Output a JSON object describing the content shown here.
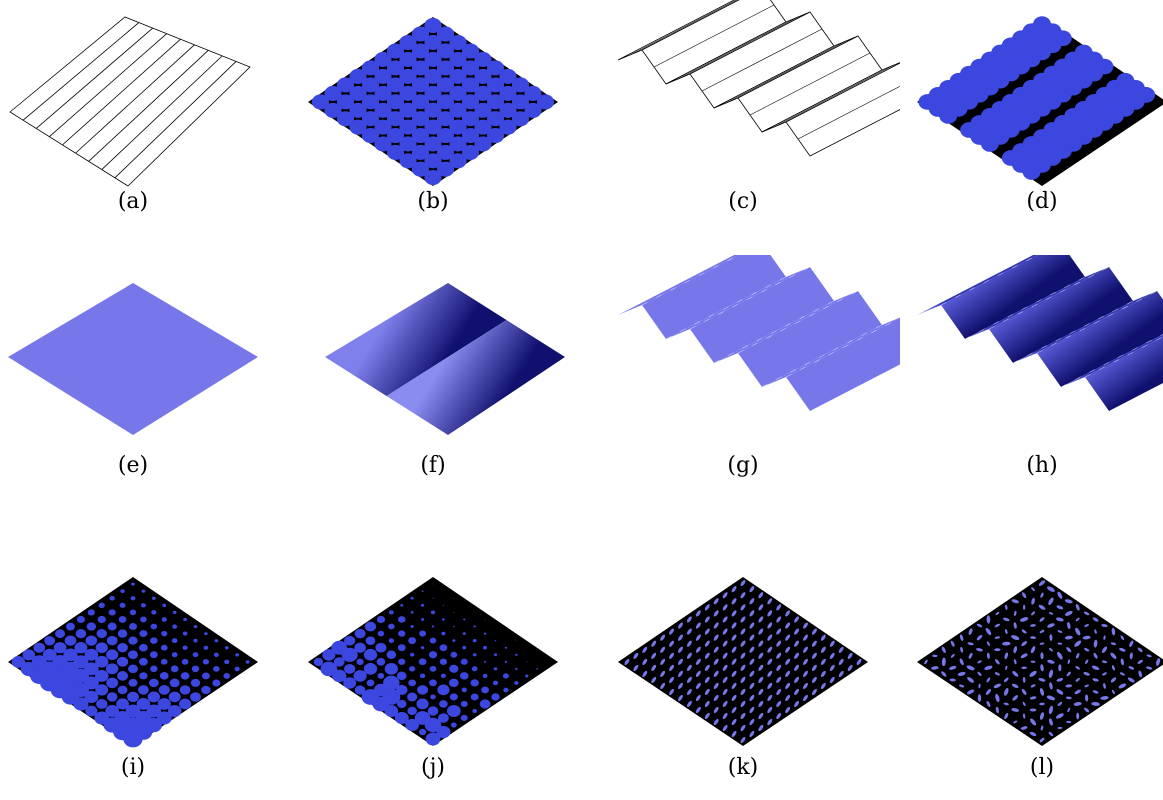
{
  "colors": {
    "flat_blue": "#7777ea",
    "dot_blue": "#3c47e0",
    "dark_navy": "#10116e",
    "background_black": "#000000",
    "wire_stroke": "#000000"
  },
  "panels": [
    {
      "id": "a",
      "label": "(a)",
      "kind": "flat-crease-pattern",
      "row": 1,
      "col": 1
    },
    {
      "id": "b",
      "label": "(b)",
      "kind": "dot-grid-uniform",
      "row": 1,
      "col": 2
    },
    {
      "id": "c",
      "label": "(c)",
      "kind": "folded-wireframe",
      "row": 1,
      "col": 3
    },
    {
      "id": "d",
      "label": "(d)",
      "kind": "dot-grid-striped",
      "row": 1,
      "col": 4
    },
    {
      "id": "e",
      "label": "(e)",
      "kind": "flat-shaded-sheet",
      "row": 2,
      "col": 1
    },
    {
      "id": "f",
      "label": "(f)",
      "kind": "gradient-shaded-sheet",
      "row": 2,
      "col": 2
    },
    {
      "id": "g",
      "label": "(g)",
      "kind": "folded-flat-shaded",
      "row": 2,
      "col": 3
    },
    {
      "id": "h",
      "label": "(h)",
      "kind": "folded-gradient-shaded",
      "row": 2,
      "col": 4
    },
    {
      "id": "i",
      "label": "(i)",
      "kind": "dot-grid-varying-size",
      "row": 3,
      "col": 1
    },
    {
      "id": "j",
      "label": "(j)",
      "kind": "dot-grid-varying-irregular",
      "row": 3,
      "col": 2
    },
    {
      "id": "k",
      "label": "(k)",
      "kind": "tiny-marks-grid",
      "row": 3,
      "col": 3
    },
    {
      "id": "l",
      "label": "(l)",
      "kind": "tiny-marks-grid-random",
      "row": 3,
      "col": 4
    }
  ]
}
